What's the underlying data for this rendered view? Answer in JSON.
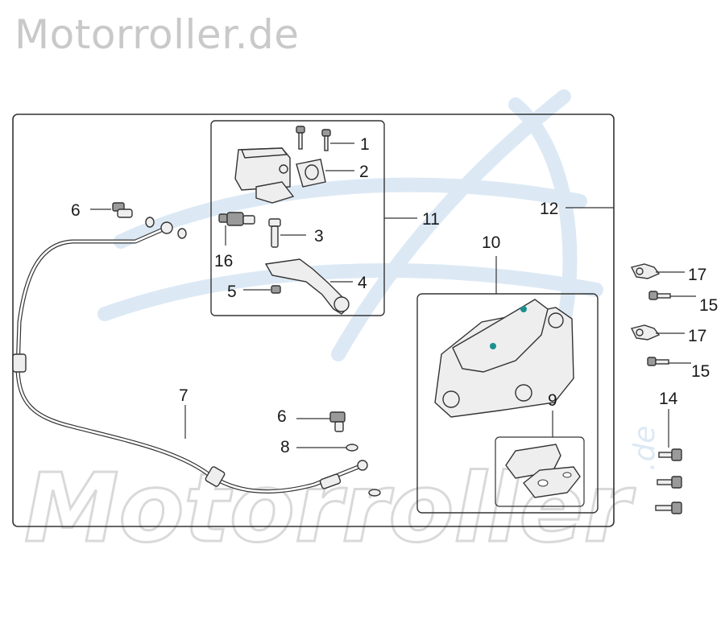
{
  "header": {
    "brand": "Motorroller.de"
  },
  "watermark": {
    "text": "Motorroller",
    "suffix": ".de",
    "color": "#dce9f5"
  },
  "highlight_color": "#2ec4c4",
  "callouts": {
    "c1": "1",
    "c2": "2",
    "c3": "3",
    "c4": "4",
    "c5": "5",
    "c6a": "6",
    "c6b": "6",
    "c7": "7",
    "c8": "8",
    "c9": "9",
    "c10": "10",
    "c11": "11",
    "c12": "12",
    "c14": "14",
    "c15a": "15",
    "c15b": "15",
    "c16": "16",
    "c17a": "17",
    "c17b": "17"
  }
}
